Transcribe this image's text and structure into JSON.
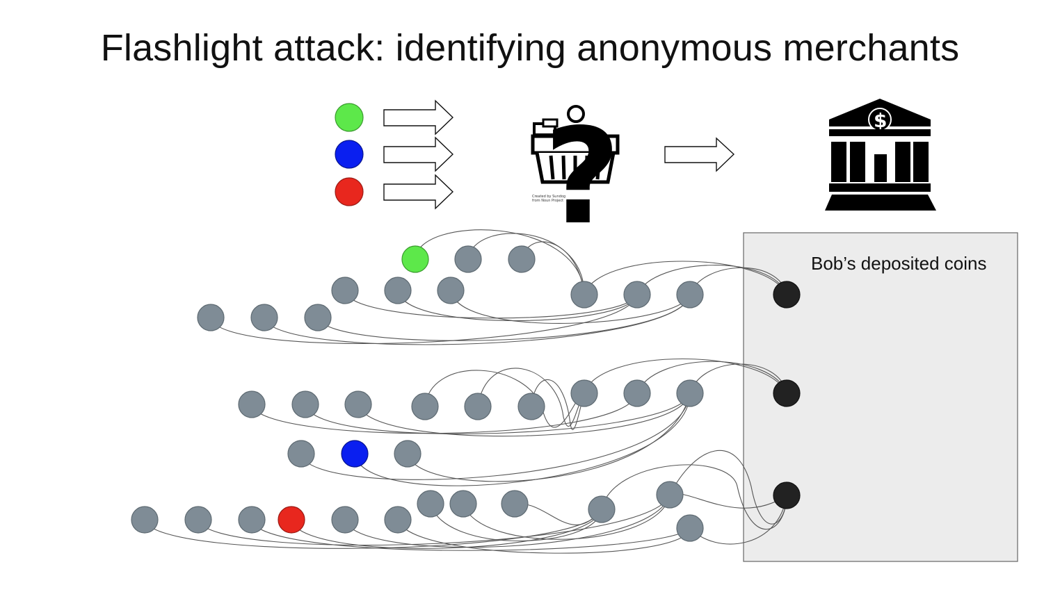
{
  "slide": {
    "title": "Flashlight attack: identifying anonymous merchants"
  },
  "legend": {
    "coins": [
      "green",
      "blue",
      "red"
    ]
  },
  "merchant": {
    "icon": "shopping-basket-icon",
    "unknown_symbol": "?"
  },
  "bank": {
    "icon": "bank-icon",
    "symbol": "$"
  },
  "deposit_box": {
    "label": "Bob’s deposited coins"
  },
  "colors": {
    "green": "#5de84a",
    "blue": "#0a1ff0",
    "red": "#e8271e",
    "gray_node": "#7f8c96",
    "deposit_node": "#222222",
    "box_fill": "#ececec"
  }
}
